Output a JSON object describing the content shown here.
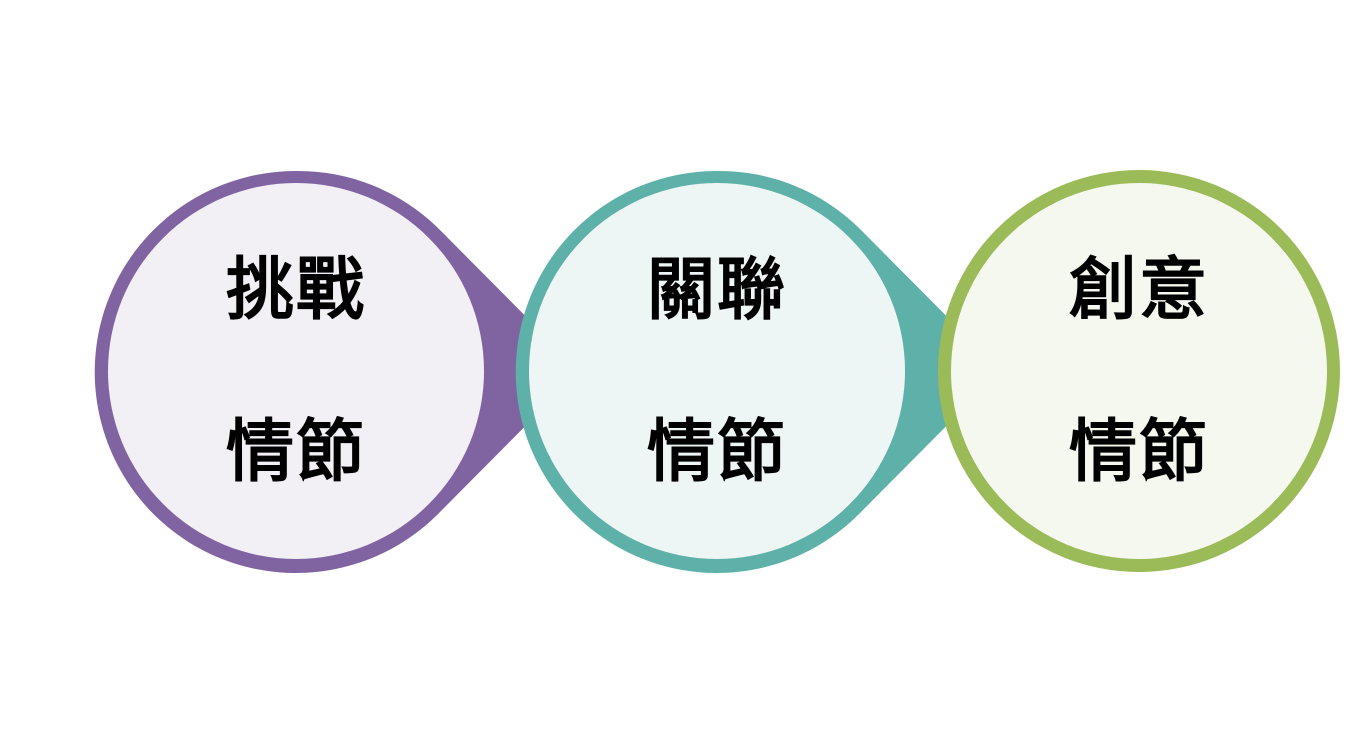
{
  "diagram": {
    "background": "#ffffff",
    "nodes": [
      {
        "line1": "挑戰",
        "line2": "情節",
        "stroke_color": "#8064A2",
        "fill_color": "#F2EFF5"
      },
      {
        "line1": "關聯",
        "line2": "情節",
        "stroke_color": "#5EB1A8",
        "fill_color": "#EEF6F5"
      },
      {
        "line1": "創意",
        "line2": "情節",
        "stroke_color": "#9BBB59",
        "fill_color": "#F4F8EE"
      }
    ]
  }
}
